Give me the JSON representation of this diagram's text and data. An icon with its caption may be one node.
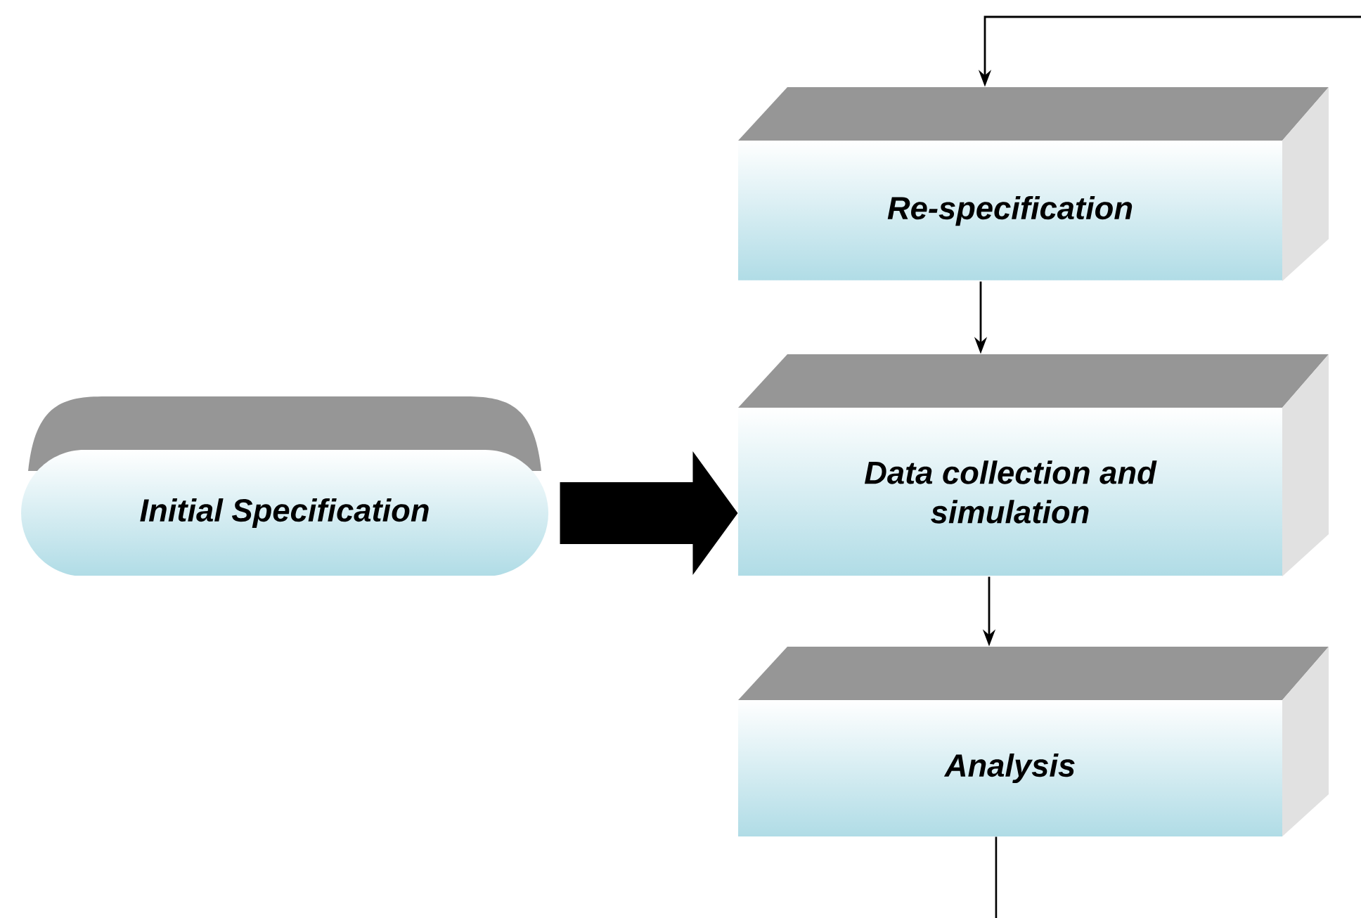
{
  "diagram": {
    "nodes": [
      {
        "text": [
          "Initial Specification"
        ]
      },
      {
        "text": [
          "Re-specification"
        ]
      },
      {
        "text": [
          "Data collection and simulation"
        ]
      },
      {
        "text": [
          "Analysis"
        ]
      }
    ],
    "edges": [
      {
        "from": null,
        "to": 1,
        "arrow": "to"
      },
      {
        "from": 1,
        "to": 2,
        "arrow": "to"
      },
      {
        "from": 0,
        "to": 2,
        "arrow": "to",
        "style": "thick"
      },
      {
        "from": 2,
        "to": 3,
        "arrow": "to"
      },
      {
        "from": 3,
        "to": null,
        "arrow": "none"
      }
    ]
  }
}
